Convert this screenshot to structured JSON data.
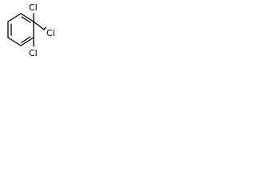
{
  "molecule": {
    "atoms": {
      "cl_top": "Cl",
      "cl_bottom": "Cl",
      "cl_chain": "Cl"
    },
    "colors": {
      "bond": "#000000",
      "text": "#000000",
      "background": "#ffffff"
    }
  }
}
